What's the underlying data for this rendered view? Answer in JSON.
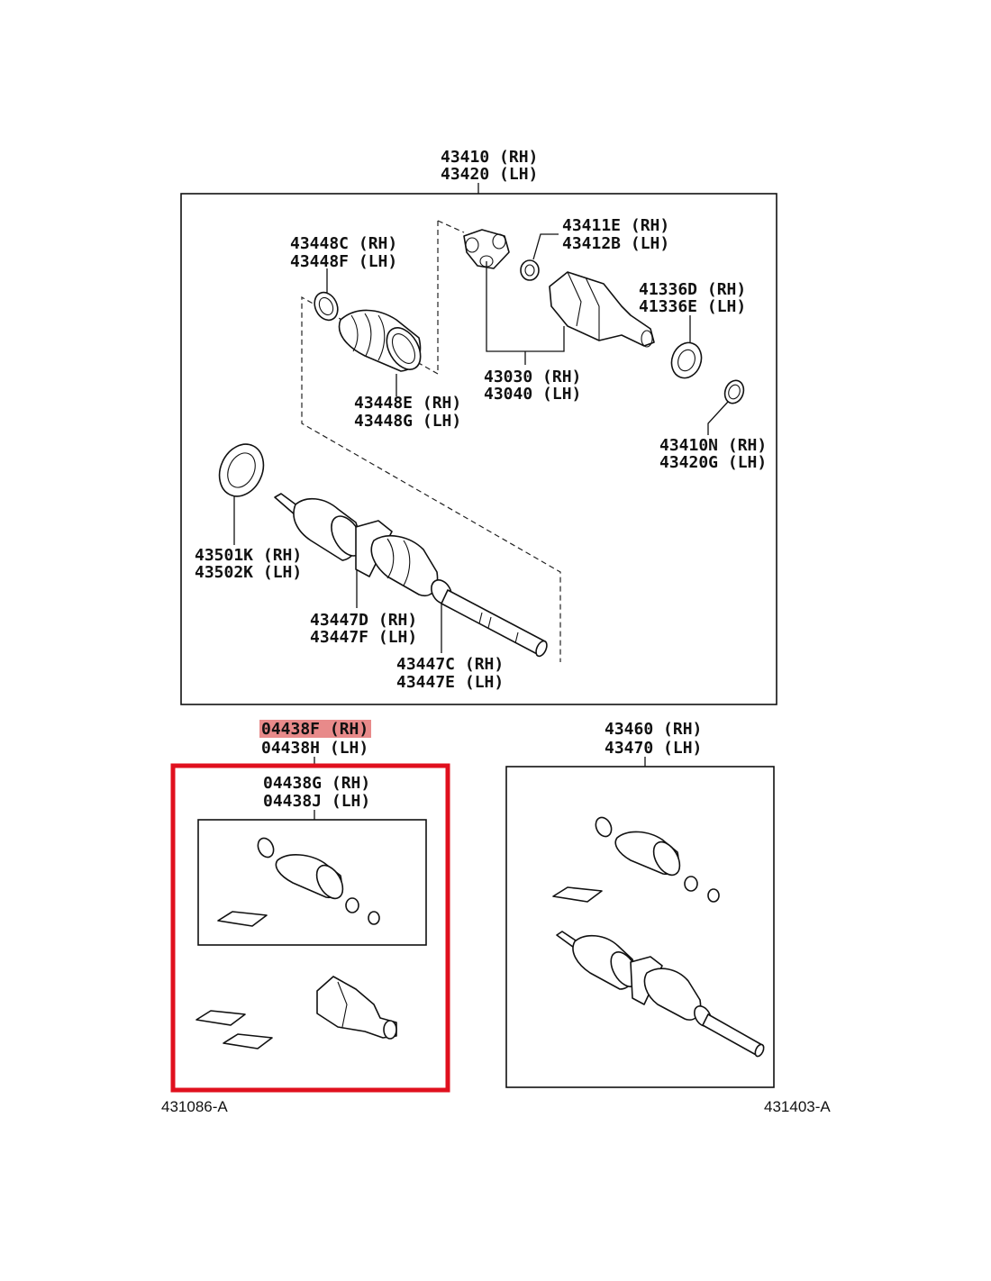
{
  "labels": {
    "assy_rh": "43410 (RH)",
    "assy_lh": "43420 (LH)",
    "boot_clamp_rh": "43448C (RH)",
    "boot_clamp_lh": "43448F (LH)",
    "snap_ring_top_rh": "43411E (RH)",
    "snap_ring_top_lh": "43412B (LH)",
    "joint_seal_rh": "41336D (RH)",
    "joint_seal_lh": "41336E (LH)",
    "inboard_joint_rh": "43030 (RH)",
    "inboard_joint_lh": "43040 (LH)",
    "boot_rh": "43448E (RH)",
    "boot_lh": "43448G (LH)",
    "snap_ring_rh": "43410N (RH)",
    "snap_ring_lh": "43420G (LH)",
    "dust_seal_rh": "43501K (RH)",
    "dust_seal_lh": "43502K (LH)",
    "outboard_boot_rh": "43447D (RH)",
    "outboard_boot_lh": "43447F (LH)",
    "outboard_clamp_rh": "43447C (RH)",
    "outboard_clamp_lh": "43447E (LH)",
    "boot_kit_rh": "04438F (RH)",
    "boot_kit_lh": "04438H (LH)",
    "inner_kit_rh": "04438G (RH)",
    "inner_kit_lh": "04438J (LH)",
    "shaft_assy_rh": "43460 (RH)",
    "shaft_assy_lh": "43470 (LH)"
  },
  "codes": {
    "left": "431086-A",
    "right": "431403-A"
  },
  "colors": {
    "highlight": "#e88a8a",
    "selection_frame": "#e0101e",
    "line": "#111111"
  }
}
